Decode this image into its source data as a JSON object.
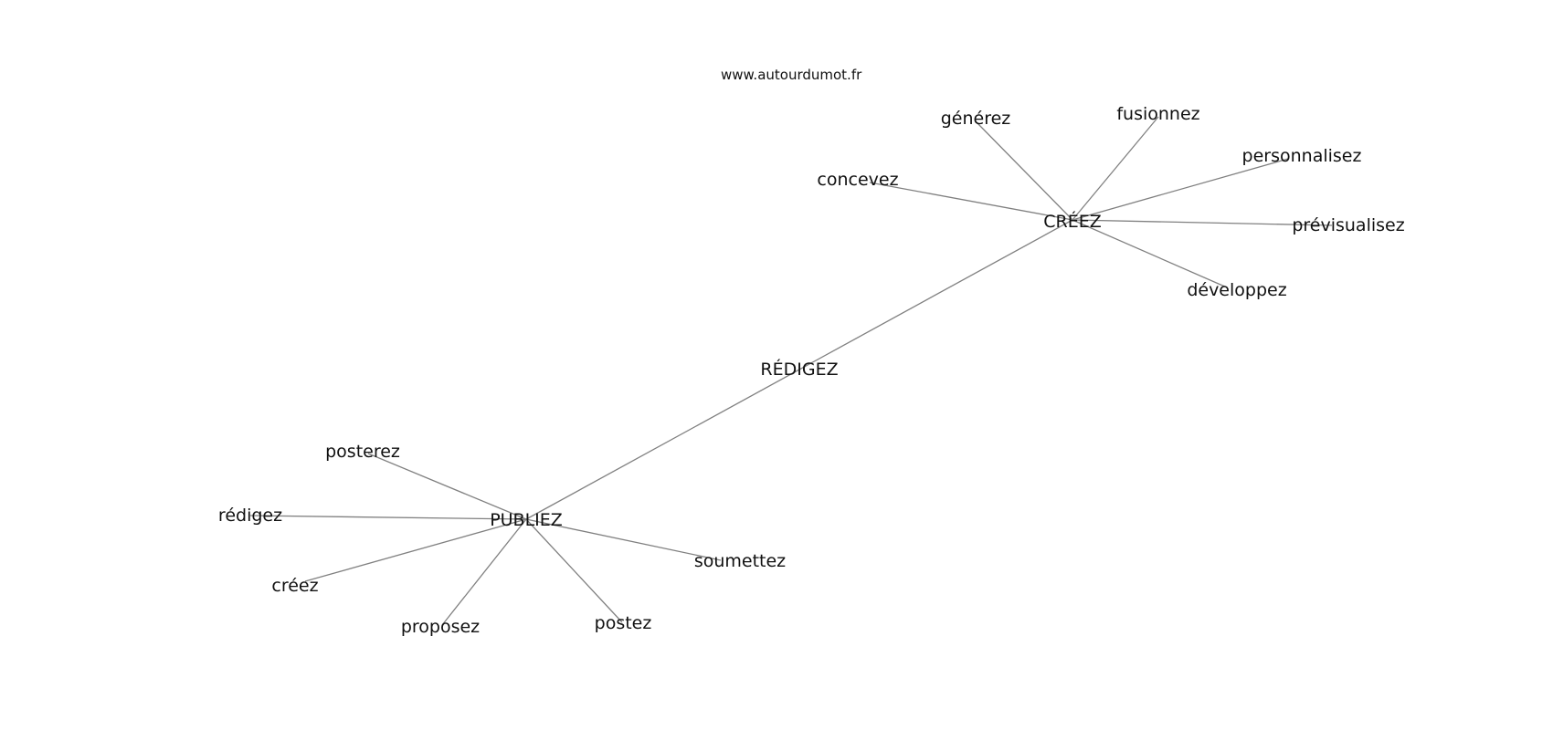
{
  "watermark": "www.autourdumot.fr",
  "graph": {
    "center": "RÉDIGEZ",
    "hubs": [
      "CRÉEZ",
      "PUBLIEZ"
    ],
    "nodes": [
      {
        "id": "REDIGEZ",
        "label": "RÉDIGEZ"
      },
      {
        "id": "CREEZ",
        "label": "CRÉEZ"
      },
      {
        "id": "PUBLIEZ",
        "label": "PUBLIEZ"
      },
      {
        "id": "generez",
        "label": "générez"
      },
      {
        "id": "fusionnez",
        "label": "fusionnez"
      },
      {
        "id": "personnalisez",
        "label": "personnalisez"
      },
      {
        "id": "concevez",
        "label": "concevez"
      },
      {
        "id": "previsualisez",
        "label": "prévisualisez"
      },
      {
        "id": "developpez",
        "label": "développez"
      },
      {
        "id": "posterez",
        "label": "posterez"
      },
      {
        "id": "redigez",
        "label": "rédigez"
      },
      {
        "id": "creez",
        "label": "créez"
      },
      {
        "id": "proposez",
        "label": "proposez"
      },
      {
        "id": "postez",
        "label": "postez"
      },
      {
        "id": "soumettez",
        "label": "soumettez"
      }
    ],
    "edges": [
      [
        "CREEZ",
        "PUBLIEZ"
      ],
      [
        "CREEZ",
        "generez"
      ],
      [
        "CREEZ",
        "fusionnez"
      ],
      [
        "CREEZ",
        "personnalisez"
      ],
      [
        "CREEZ",
        "concevez"
      ],
      [
        "CREEZ",
        "previsualisez"
      ],
      [
        "CREEZ",
        "developpez"
      ],
      [
        "PUBLIEZ",
        "posterez"
      ],
      [
        "PUBLIEZ",
        "redigez"
      ],
      [
        "PUBLIEZ",
        "creez"
      ],
      [
        "PUBLIEZ",
        "proposez"
      ],
      [
        "PUBLIEZ",
        "postez"
      ],
      [
        "PUBLIEZ",
        "soumettez"
      ]
    ]
  }
}
